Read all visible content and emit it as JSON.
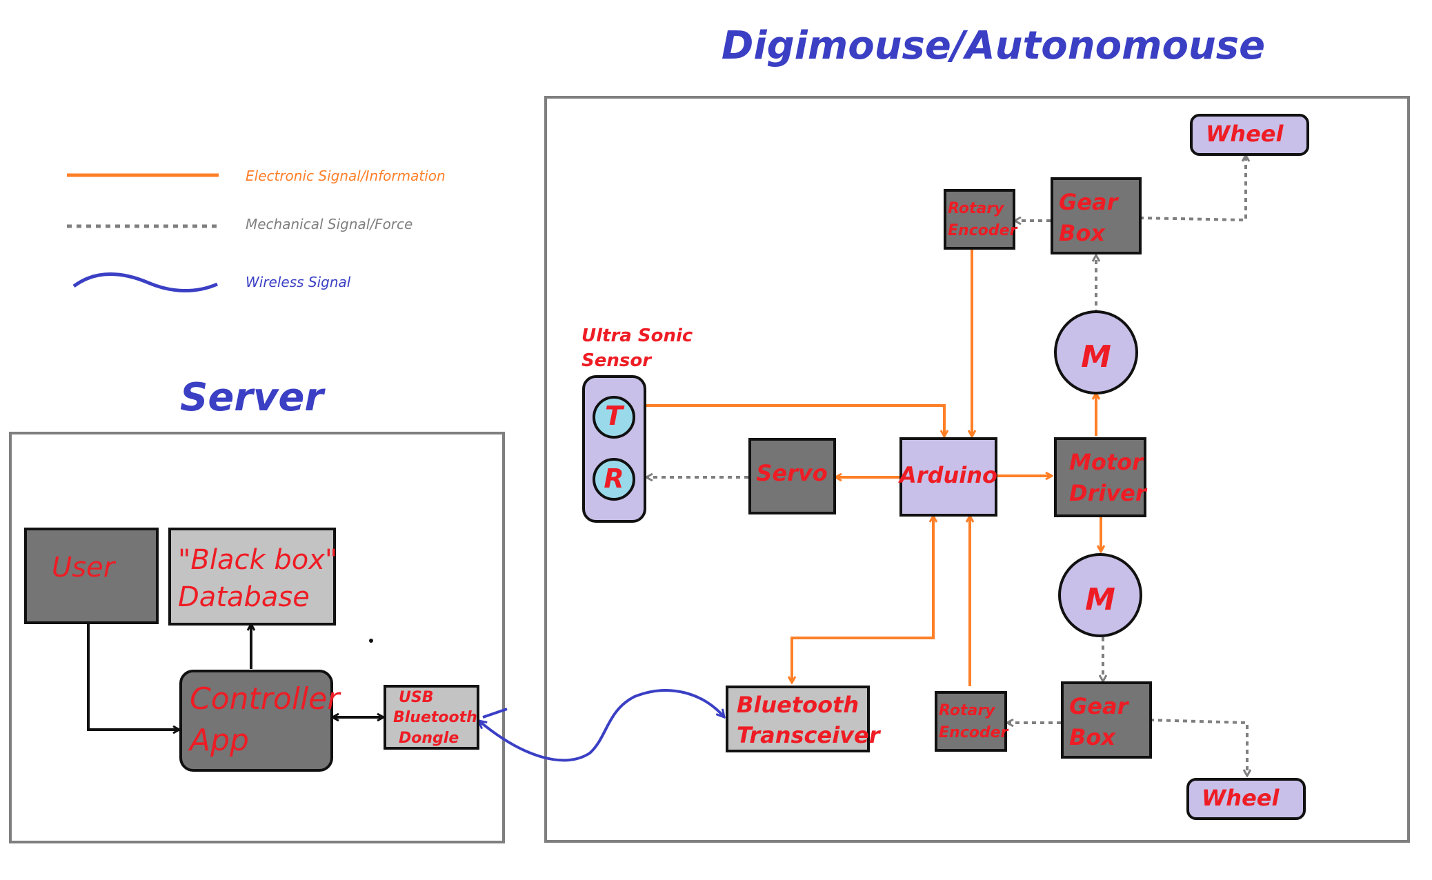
{
  "titles": {
    "robot": "Digimouse/Autonomouse",
    "server": "Server"
  },
  "legend": {
    "electronic": "Electronic Signal/Information",
    "mechanical": "Mechanical Signal/Force",
    "wireless": "Wireless Signal"
  },
  "colors": {
    "electronic": "#ff7f27",
    "mechanical": "#7f7f7f",
    "wireless": "#3a3fc4",
    "label": "#ee1c24"
  },
  "nodes": {
    "wheel_top": "Wheel",
    "wheel_bottom": "Wheel",
    "gearbox_top": [
      "Gear",
      "Box"
    ],
    "gearbox_bottom": [
      "Gear",
      "Box"
    ],
    "encoder_top": [
      "Rotary",
      "Encoder"
    ],
    "encoder_bottom": [
      "Rotary",
      "Encoder"
    ],
    "motor_top": "M",
    "motor_bottom": "M",
    "motor_driver": [
      "Motor",
      "Driver"
    ],
    "arduino": "Arduino",
    "servo": "Servo",
    "ultrasonic_label": [
      "Ultra Sonic",
      "Sensor"
    ],
    "transmitter": "T",
    "receiver": "R",
    "bluetooth": [
      "Bluetooth",
      "Transceiver"
    ],
    "user": "User",
    "database": [
      "\"Black box\"",
      "Database"
    ],
    "controller": [
      "Controller",
      "App"
    ],
    "dongle": [
      "USB",
      "Bluetooth",
      "Dongle"
    ]
  }
}
